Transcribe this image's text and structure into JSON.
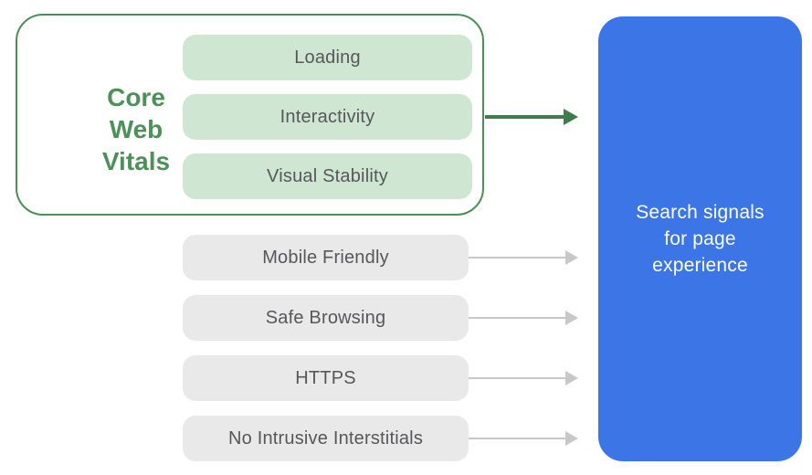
{
  "diagram": {
    "core_web_vitals": {
      "label": "Core\nWeb\nVitals",
      "items": [
        "Loading",
        "Interactivity",
        "Visual Stability"
      ]
    },
    "other_signals": [
      "Mobile Friendly",
      "Safe Browsing",
      "HTTPS",
      "No Intrusive Interstitials"
    ],
    "target": {
      "label": "Search signals\nfor page\nexperience"
    },
    "colors": {
      "green_border": "#4d8d57",
      "green_label_text": "#4c9158",
      "green_pill_bg": "#cfe7d2",
      "gray_pill_bg": "#e9e9ea",
      "pill_text": "#57575a",
      "green_arrow": "#3f7c4b",
      "gray_arrow": "#c8c8ca",
      "target_bg": "#3c76e6",
      "target_text": "#ffffff"
    }
  }
}
